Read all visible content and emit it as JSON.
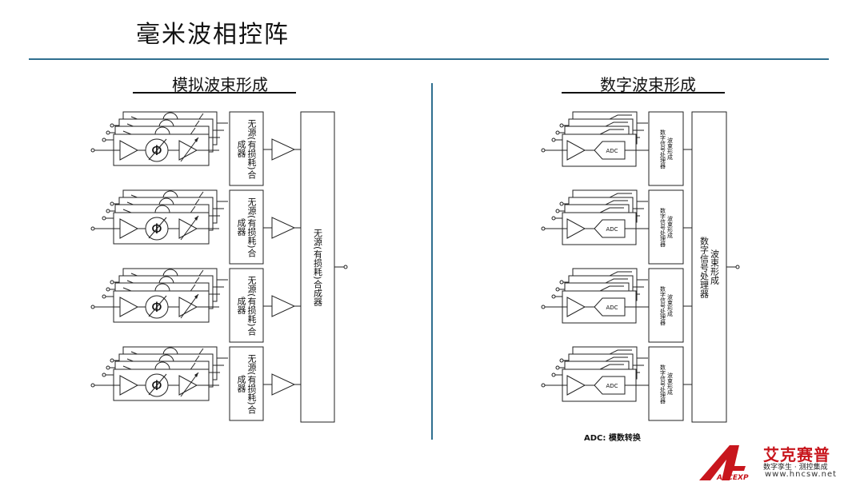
{
  "title": "毫米波相控阵",
  "analog": {
    "heading": "模拟波束形成",
    "phase_symbol": "Φ",
    "sub_combiner_label": "无源(有损耗)\n合成器",
    "main_combiner_label": "无源(有损耗)\n合成器"
  },
  "digital": {
    "heading": "数字波束形成",
    "adc_label": "ADC",
    "sub_dsp_label": "波束形成\n数字信号处理器",
    "main_dsp_label": "波束形成\n数字信号处理器",
    "footnote": "ADC: 模数转换"
  },
  "logo": {
    "brand_cn": "艾克赛普",
    "tagline": "数字孪生 · 测控集成",
    "url": "www.hncsw.net",
    "mark_text": "ACCEXP",
    "brand_color": "#c8161d"
  },
  "colors": {
    "accent_line": "#2f6f8f"
  }
}
